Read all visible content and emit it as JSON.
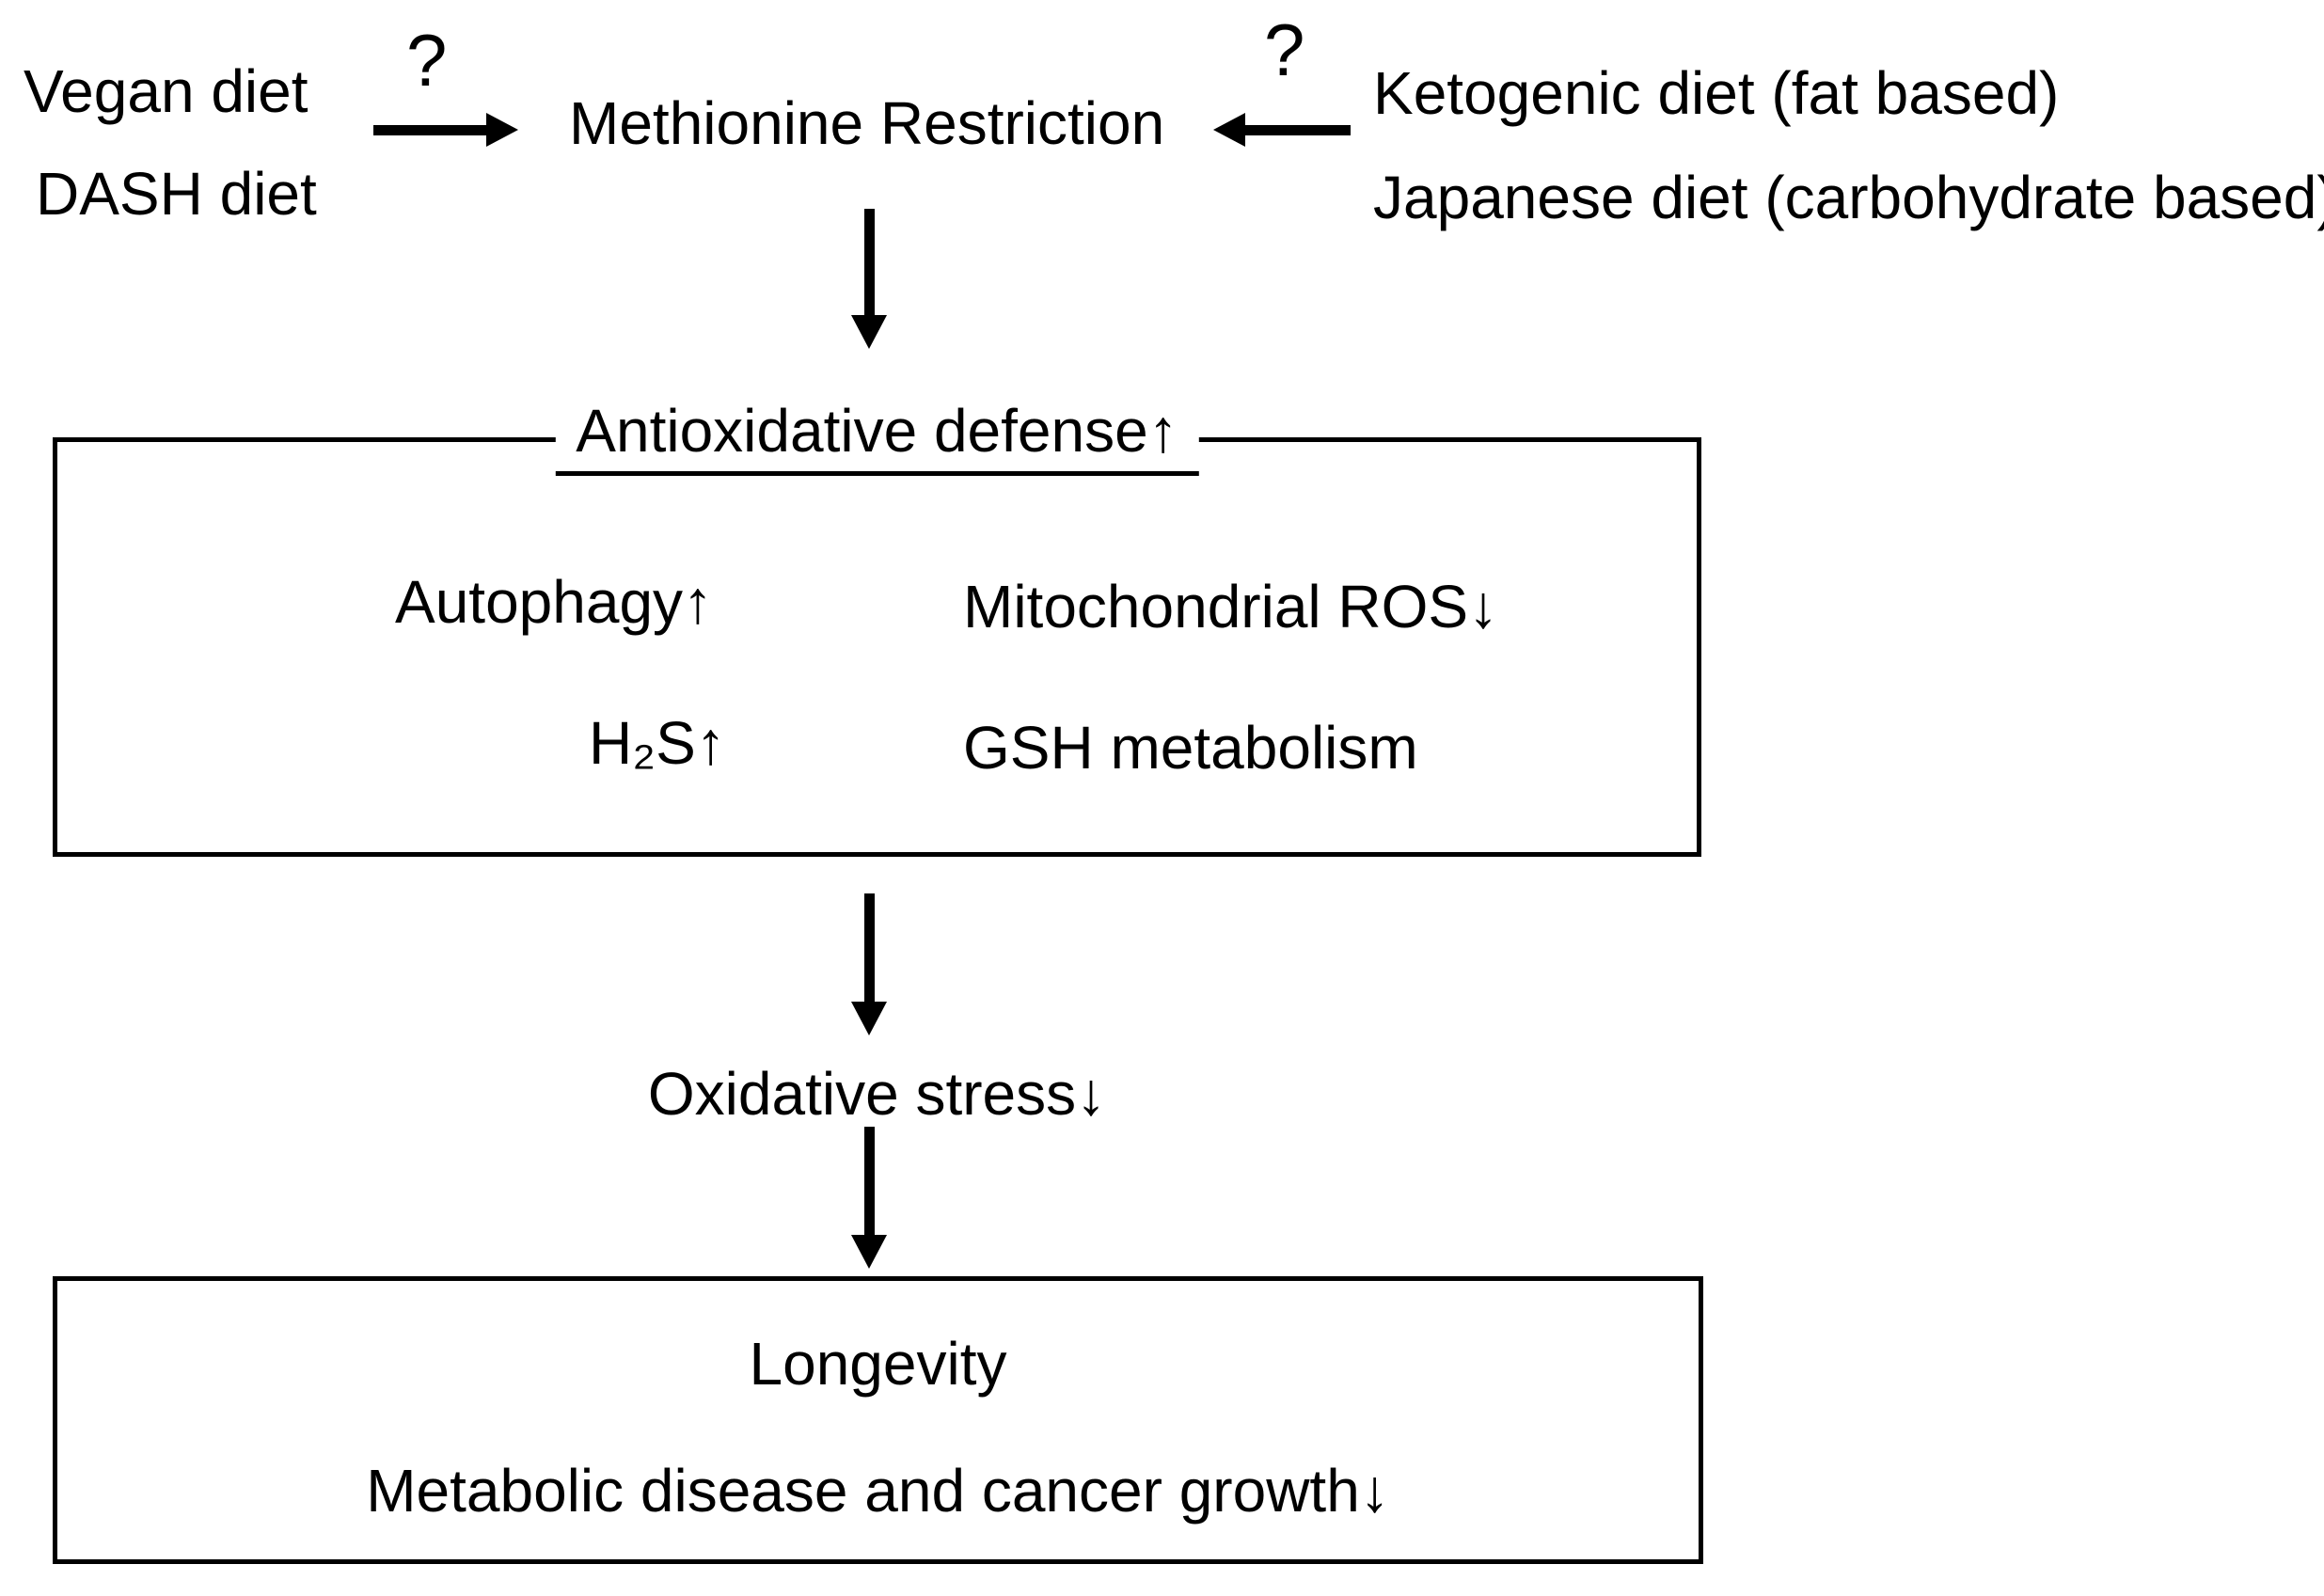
{
  "page": {
    "background": "#ffffff",
    "ink": "#000000"
  },
  "top": {
    "left": {
      "line1": "Vegan diet",
      "line2": "DASH diet",
      "question": "?"
    },
    "center_label": "Methionine Restriction",
    "right": {
      "line1": "Ketogenic diet (fat based)",
      "line2": "Japanese diet (carbohydrate based)",
      "question": "?"
    }
  },
  "defense_box": {
    "title": "Antioxidative defense↑",
    "items": {
      "autophagy": "Autophagy↑",
      "mitochondrial_ros": "Mitochondrial ROS↓",
      "h2s": "H₂S↑",
      "gsh": "GSH metabolism"
    }
  },
  "middle": {
    "oxidative_stress": "Oxidative stress↓"
  },
  "outcome_box": {
    "line1": "Longevity",
    "line2": "Metabolic disease and cancer growth↓"
  }
}
